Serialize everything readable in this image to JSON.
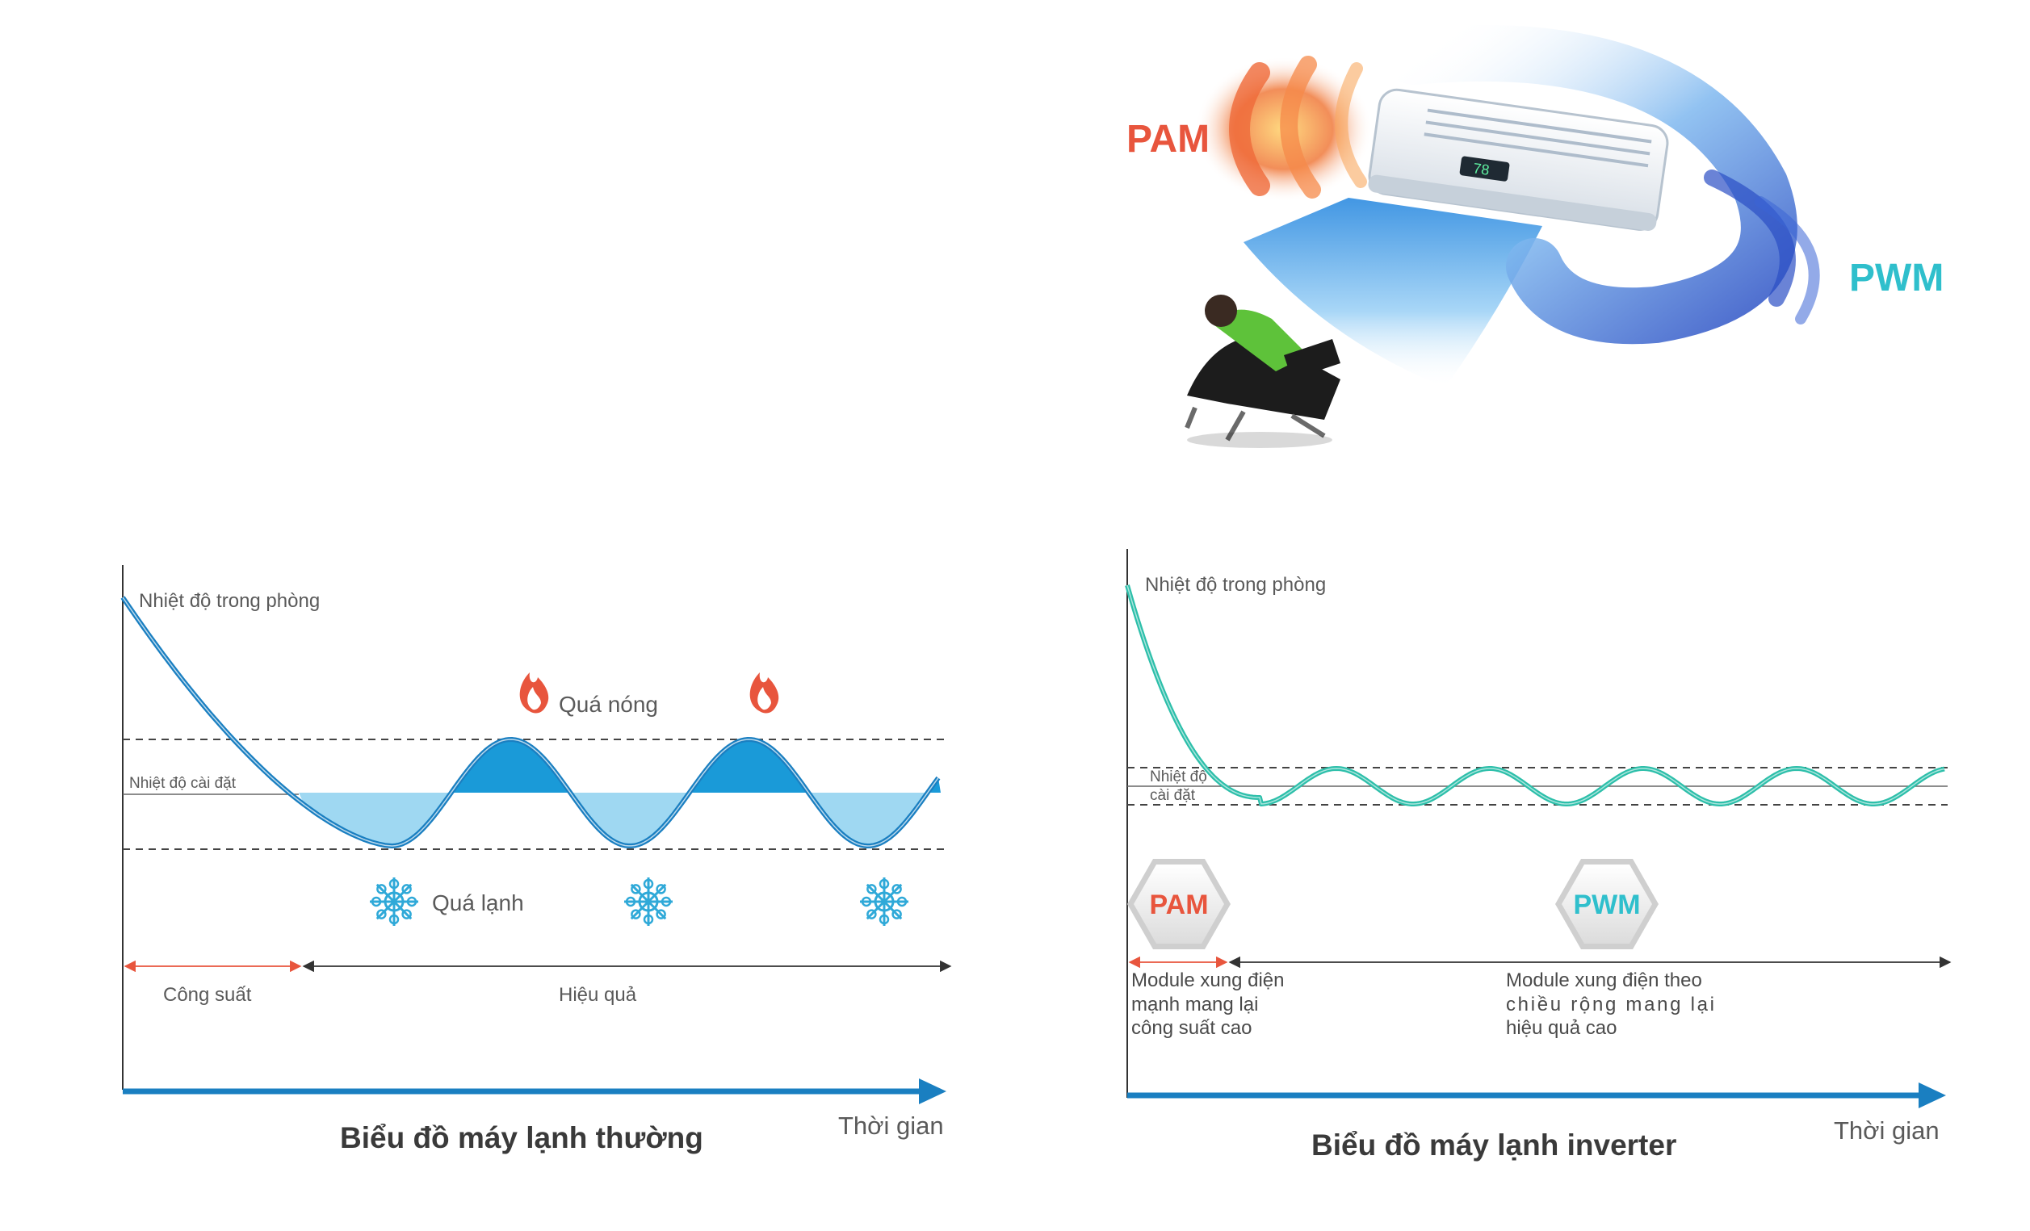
{
  "hero": {
    "pam_label": "PAM",
    "pwm_label": "PWM",
    "ac_display": "78"
  },
  "left_chart": {
    "y_label": "Nhiệt độ trong phòng",
    "set_label": "Nhiệt độ cài đặt",
    "hot_label": "Quá nóng",
    "cold_label": "Quá lạnh",
    "phase_power": "Công suất",
    "phase_efficiency": "Hiệu quả",
    "x_label": "Thời gian",
    "title": "Biểu đồ máy lạnh thường",
    "line_color": "#1a7fc1",
    "fill_color": "#9fd8f2",
    "hot_fill_color": "#1a9ad8",
    "icon_flame_color": "#e8553d",
    "icon_snow_color": "#2fa9d8"
  },
  "right_chart": {
    "y_label": "Nhiệt độ trong phòng",
    "set_label_line1": "Nhiệt độ",
    "set_label_line2": "cài đặt",
    "badge_pam": "PAM",
    "badge_pwm": "PWM",
    "pam_note": [
      "Module xung điện",
      "mạnh mang lại",
      "công suất cao"
    ],
    "pwm_note": [
      "Module xung điện theo",
      "chiều rộng mang lại",
      "hiệu quả cao"
    ],
    "x_label": "Thời gian",
    "title": "Biểu đồ máy lạnh inverter",
    "line_color": "#2dbfaa",
    "pam_color": "#e8553d",
    "pwm_color": "#2fbfcc"
  },
  "colors": {
    "axis_arrow": "#1a7fc1",
    "dashed": "#444444",
    "marker_red": "#e8553d"
  }
}
